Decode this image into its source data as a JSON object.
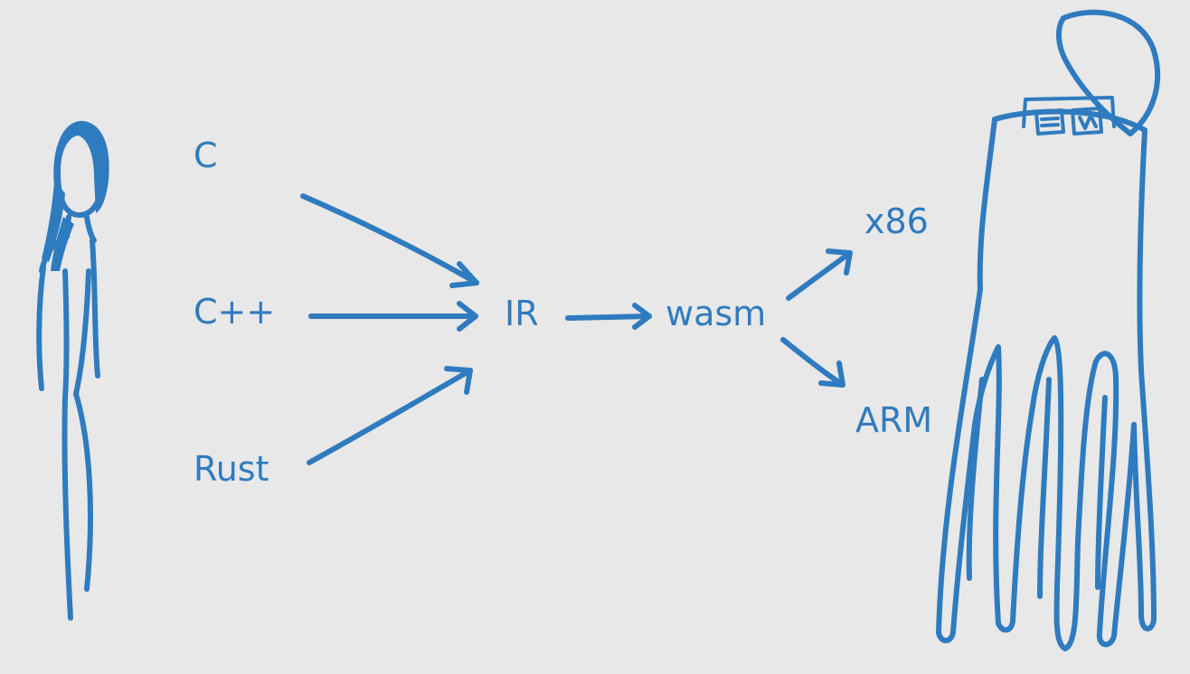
{
  "diagram": {
    "sources": [
      "C",
      "C++",
      "Rust"
    ],
    "intermediate": "IR",
    "wasm": "wasm",
    "targets": [
      "x86",
      "ARM"
    ]
  },
  "colors": {
    "ink": "#2f7bbf",
    "background": "#e8e8e8"
  },
  "icons": {
    "left_figure": "stick-person",
    "right_figure": "octopus-trash-can"
  }
}
